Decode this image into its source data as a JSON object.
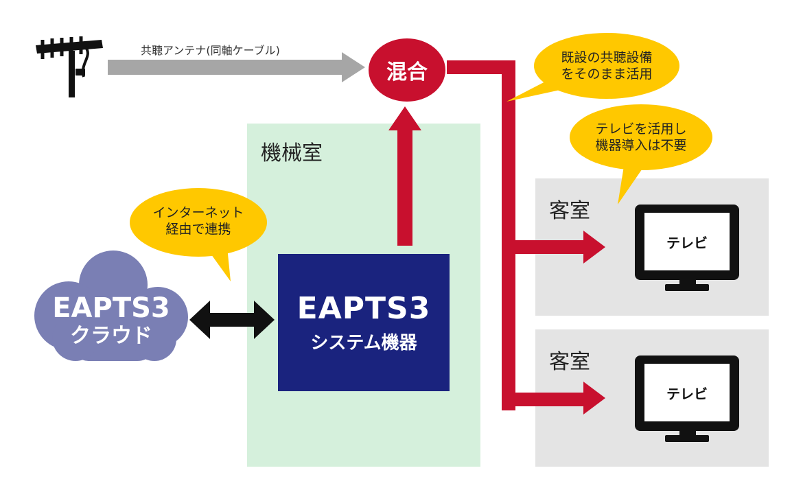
{
  "antenna": {
    "label": "共聴アンテナ(同軸ケーブル)"
  },
  "mixer": {
    "label": "混合"
  },
  "machine_room": {
    "label": "機械室"
  },
  "system": {
    "title": "EAPTS3",
    "subtitle": "システム機器"
  },
  "cloud": {
    "title": "EAPTS3",
    "subtitle": "クラウド"
  },
  "bubbles": {
    "internet": {
      "line1": "インターネット",
      "line2": "経由で連携"
    },
    "existing": {
      "line1": "既設の共聴設備",
      "line2": "をそのまま活用"
    },
    "tv_use": {
      "line1": "テレビを活用し",
      "line2": "機器導入は不要"
    }
  },
  "rooms": [
    {
      "label": "客室",
      "tv_label": "テレビ"
    },
    {
      "label": "客室",
      "tv_label": "テレビ"
    }
  ],
  "colors": {
    "signal_red": "#c8102e",
    "coax_gray": "#a6a6a6",
    "bubble_yellow": "#ffc800",
    "system_navy": "#1a237e",
    "cloud_purple": "#7a7fb4",
    "machine_room_green": "#d5f0dc",
    "guest_room_gray": "#e4e4e4"
  }
}
